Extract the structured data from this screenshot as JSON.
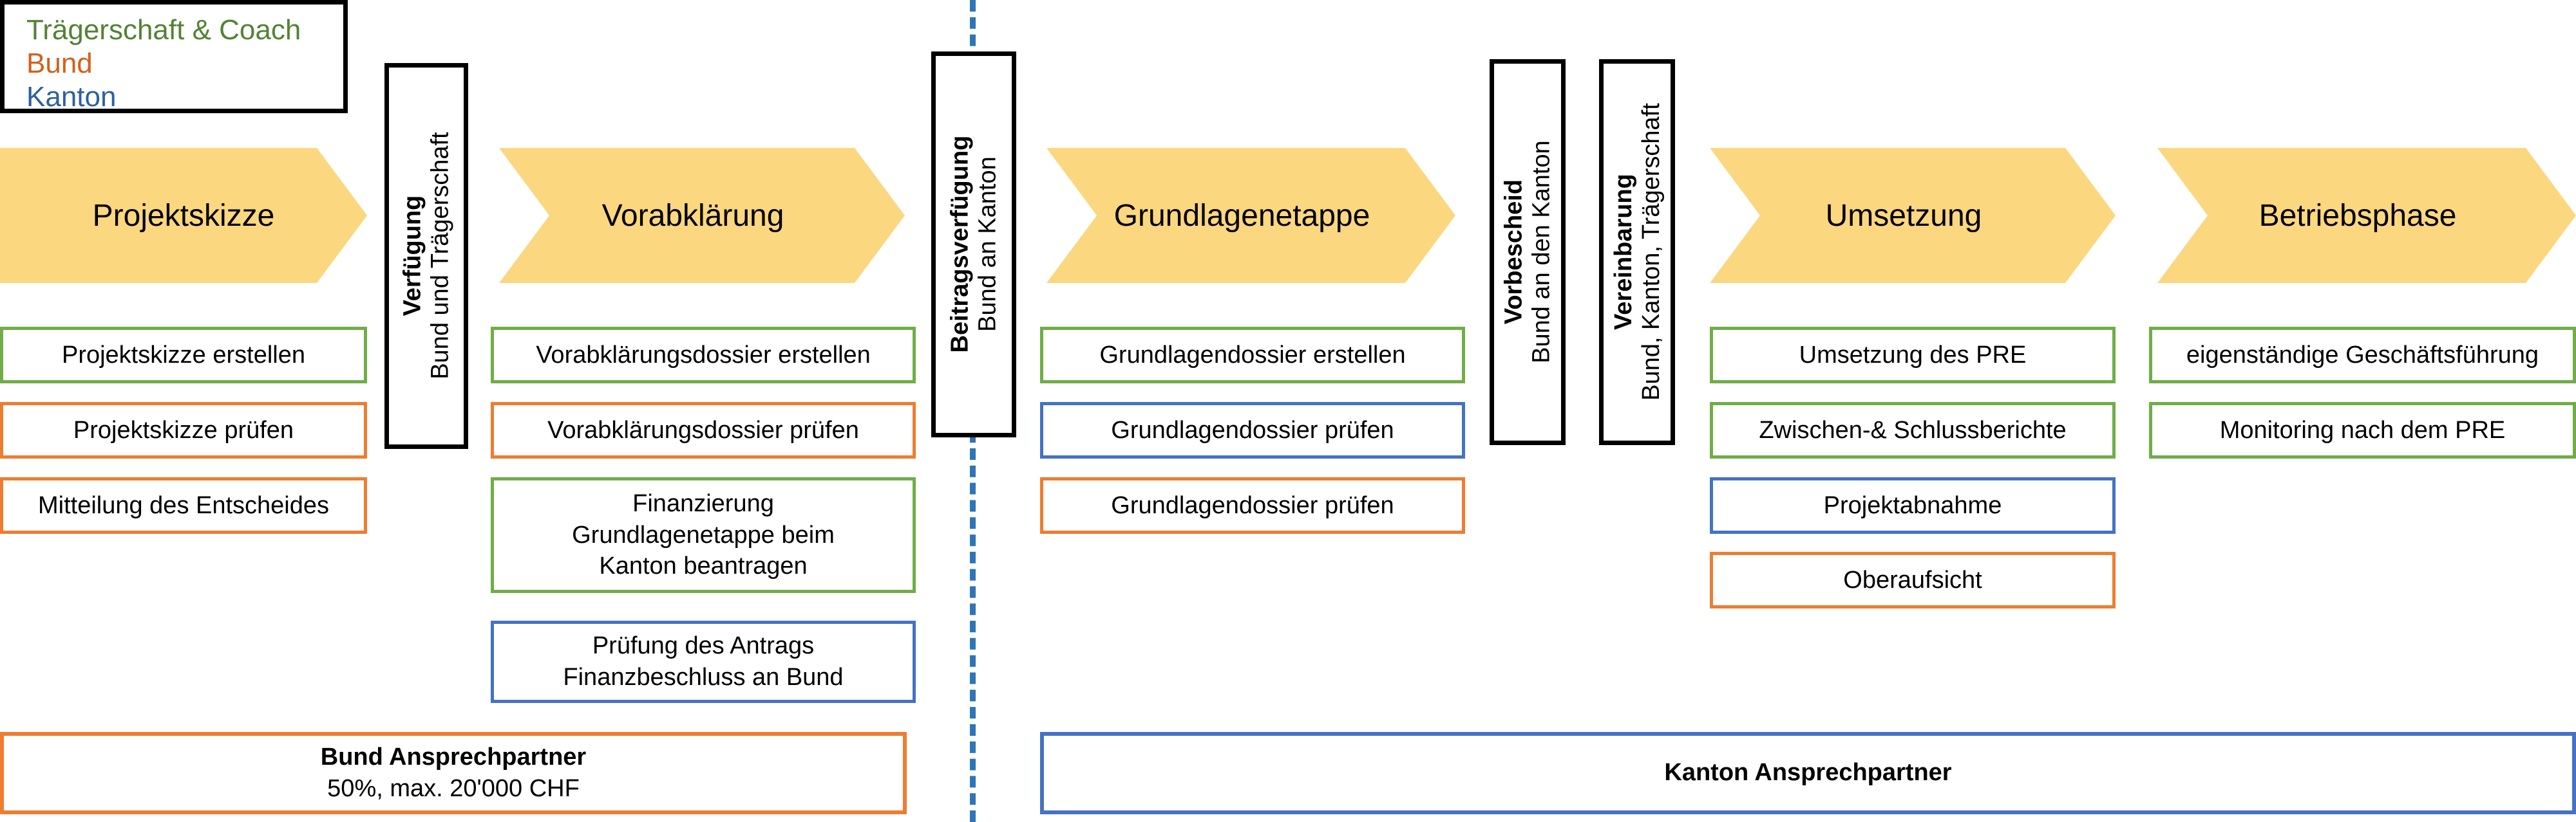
{
  "legend": {
    "items": [
      {
        "label": "Trägerschaft & Coach",
        "color": "#548235"
      },
      {
        "label": "Bund",
        "color": "#D2611E"
      },
      {
        "label": "Kanton",
        "color": "#2E5FA3"
      }
    ]
  },
  "phases": [
    {
      "label": "Projektskizze"
    },
    {
      "label": "Vorabklärung"
    },
    {
      "label": "Grundlagenetappe"
    },
    {
      "label": "Umsetzung"
    },
    {
      "label": "Betriebsphase"
    }
  ],
  "gates": [
    {
      "title": "Verfügung",
      "subtitle": "Bund und Trägerschaft"
    },
    {
      "title": "Beitragsverfügung",
      "subtitle": "Bund an Kanton"
    },
    {
      "title": "Vorbescheid",
      "subtitle": "Bund an den Kanton"
    },
    {
      "title": "Vereinbarung",
      "subtitle": "Bund, Kanton, Trägerschaft"
    }
  ],
  "tasks": {
    "projektskizze": [
      {
        "label": "Projektskizze erstellen",
        "owner": "traegerschaft",
        "color": "#70AD47"
      },
      {
        "label": "Projektskizze prüfen",
        "owner": "bund",
        "color": "#ED7D31"
      },
      {
        "label": "Mitteilung des Entscheides",
        "owner": "bund",
        "color": "#ED7D31"
      }
    ],
    "vorabklaerung": [
      {
        "label": "Vorabklärungsdossier erstellen",
        "owner": "traegerschaft",
        "color": "#70AD47"
      },
      {
        "label": "Vorabklärungsdossier prüfen",
        "owner": "bund",
        "color": "#ED7D31"
      },
      {
        "label": "Finanzierung\nGrundlagenetappe beim\nKanton beantragen",
        "owner": "traegerschaft",
        "color": "#70AD47"
      },
      {
        "label": "Prüfung des Antrags\nFinanzbeschluss an Bund",
        "owner": "kanton",
        "color": "#4472C4"
      }
    ],
    "grundlagenetappe": [
      {
        "label": "Grundlagendossier erstellen",
        "owner": "traegerschaft",
        "color": "#70AD47"
      },
      {
        "label": "Grundlagendossier prüfen",
        "owner": "kanton",
        "color": "#4472C4"
      },
      {
        "label": "Grundlagendossier prüfen",
        "owner": "bund",
        "color": "#ED7D31"
      }
    ],
    "umsetzung": [
      {
        "label": "Umsetzung des PRE",
        "owner": "traegerschaft",
        "color": "#70AD47"
      },
      {
        "label": "Zwischen-& Schlussberichte",
        "owner": "traegerschaft",
        "color": "#70AD47"
      },
      {
        "label": "Projektabnahme",
        "owner": "kanton",
        "color": "#4472C4"
      },
      {
        "label": "Oberaufsicht",
        "owner": "bund",
        "color": "#ED7D31"
      }
    ],
    "betriebsphase": [
      {
        "label": "eigenständige Geschäftsführung",
        "owner": "traegerschaft",
        "color": "#70AD47"
      },
      {
        "label": "Monitoring nach dem PRE",
        "owner": "traegerschaft",
        "color": "#70AD47"
      }
    ]
  },
  "banners": {
    "bund": {
      "title": "Bund Ansprechpartner",
      "subtitle": "50%, max. 20'000 CHF",
      "color": "#ED7D31"
    },
    "kanton": {
      "title": "Kanton Ansprechpartner",
      "subtitle": "",
      "color": "#4472C4"
    }
  },
  "colors": {
    "chevron_fill": "#FBD77F",
    "divider": "#2E75B6",
    "green": "#70AD47",
    "orange": "#ED7D31",
    "blue": "#4472C4",
    "black": "#000000"
  }
}
